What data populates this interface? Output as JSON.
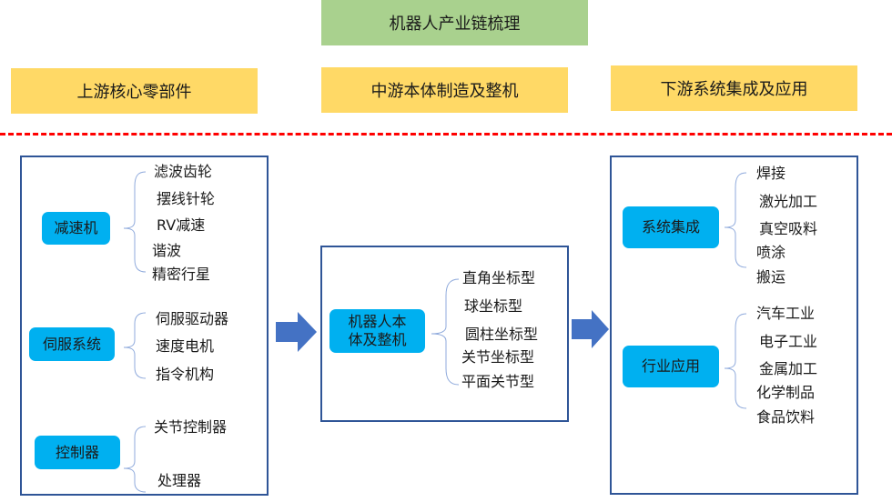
{
  "title": "机器人产业链梳理",
  "stages": {
    "upstream": "上游核心零部件",
    "midstream": "中游本体制造及整机",
    "downstream": "下游系统集成及应用"
  },
  "upstream": {
    "groups": [
      {
        "node": "减速机",
        "items": [
          "滤波齿轮",
          "摆线针轮",
          "RV减速",
          "谐波",
          "精密行星"
        ]
      },
      {
        "node": "伺服系统",
        "items": [
          "伺服驱动器",
          "速度电机",
          "指令机构"
        ]
      },
      {
        "node": "控制器",
        "items": [
          "关节控制器",
          "处理器"
        ]
      }
    ]
  },
  "midstream": {
    "groups": [
      {
        "node": "机器人本体及整机",
        "node_lines": [
          "机器人本",
          "体及整机"
        ],
        "items": [
          "直角坐标型",
          "球坐标型",
          "圆柱坐标型",
          "关节坐标型",
          "平面关节型"
        ]
      }
    ]
  },
  "downstream": {
    "groups": [
      {
        "node": "系统集成",
        "items": [
          "焊接",
          "激光加工",
          "真空吸料",
          "喷涂",
          "搬运"
        ]
      },
      {
        "node": "行业应用",
        "items": [
          "汽车工业",
          "电子工业",
          "金属加工",
          "化学制品",
          "食品饮料"
        ]
      }
    ]
  },
  "colors": {
    "title_bg": "#a9d18e",
    "stage_bg": "#ffd966",
    "node_bg": "#00b0f0",
    "panel_border": "#2f5597",
    "arrow": "#4472c4",
    "divider": "#ff0000",
    "brace": "#8faadc"
  }
}
